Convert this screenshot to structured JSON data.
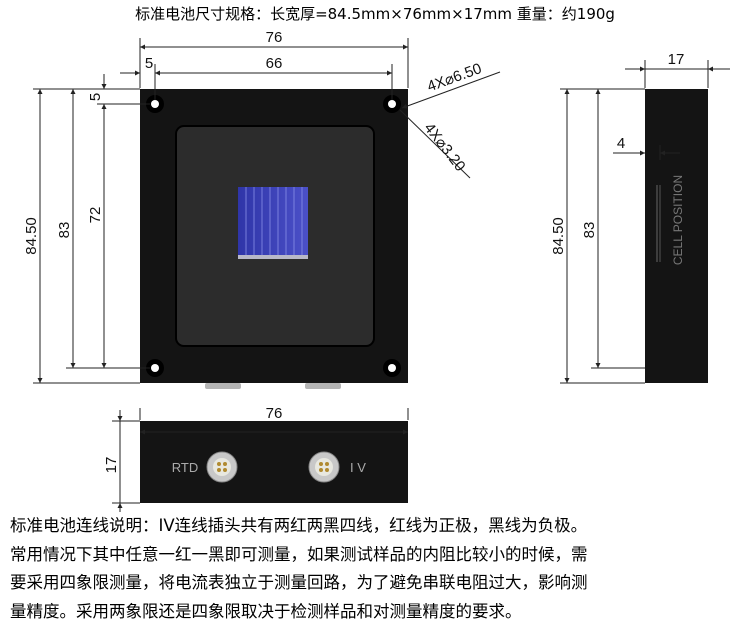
{
  "title": "标准电池尺寸规格：长宽厚=84.5mm×76mm×17mm 重量：约190g",
  "front_view": {
    "width_dim": "76",
    "hole_spacing_dim": "66",
    "hole_offset_x_dim": "5",
    "hole_offset_y_dim": "5",
    "height_dim": "84.50",
    "body_height_dim": "83",
    "hole_spacing_v_dim": "72",
    "outer_hole_label": "4X⌀6.50",
    "inner_hole_label": "4X⌀3.20"
  },
  "side_view": {
    "thickness_dim": "17",
    "cell_depth_dim": "4",
    "height_dim": "84.50",
    "body_height_dim": "83",
    "cell_position_label": "CELL POSITION"
  },
  "bottom_view": {
    "width_dim": "76",
    "thickness_dim": "17",
    "rtd_label": "RTD",
    "iv_label": "I V"
  },
  "description": [
    "标准电池连线说明：IV连线插头共有两红两黑四线，红线为正极，黑线为负极。",
    "常用情况下其中任意一红一黑即可测量，如果测试样品的内阻比较小的时候，需",
    "要采用四象限测量，将电流表独立于测量回路，为了避免串联电阻过大，影响测",
    "量精度。采用两象限还是四象限取决于检测样品和对测量精度的要求。"
  ],
  "colors": {
    "body": "#141414",
    "cell": "#3a3fb0",
    "window": "#2c2c2c"
  }
}
